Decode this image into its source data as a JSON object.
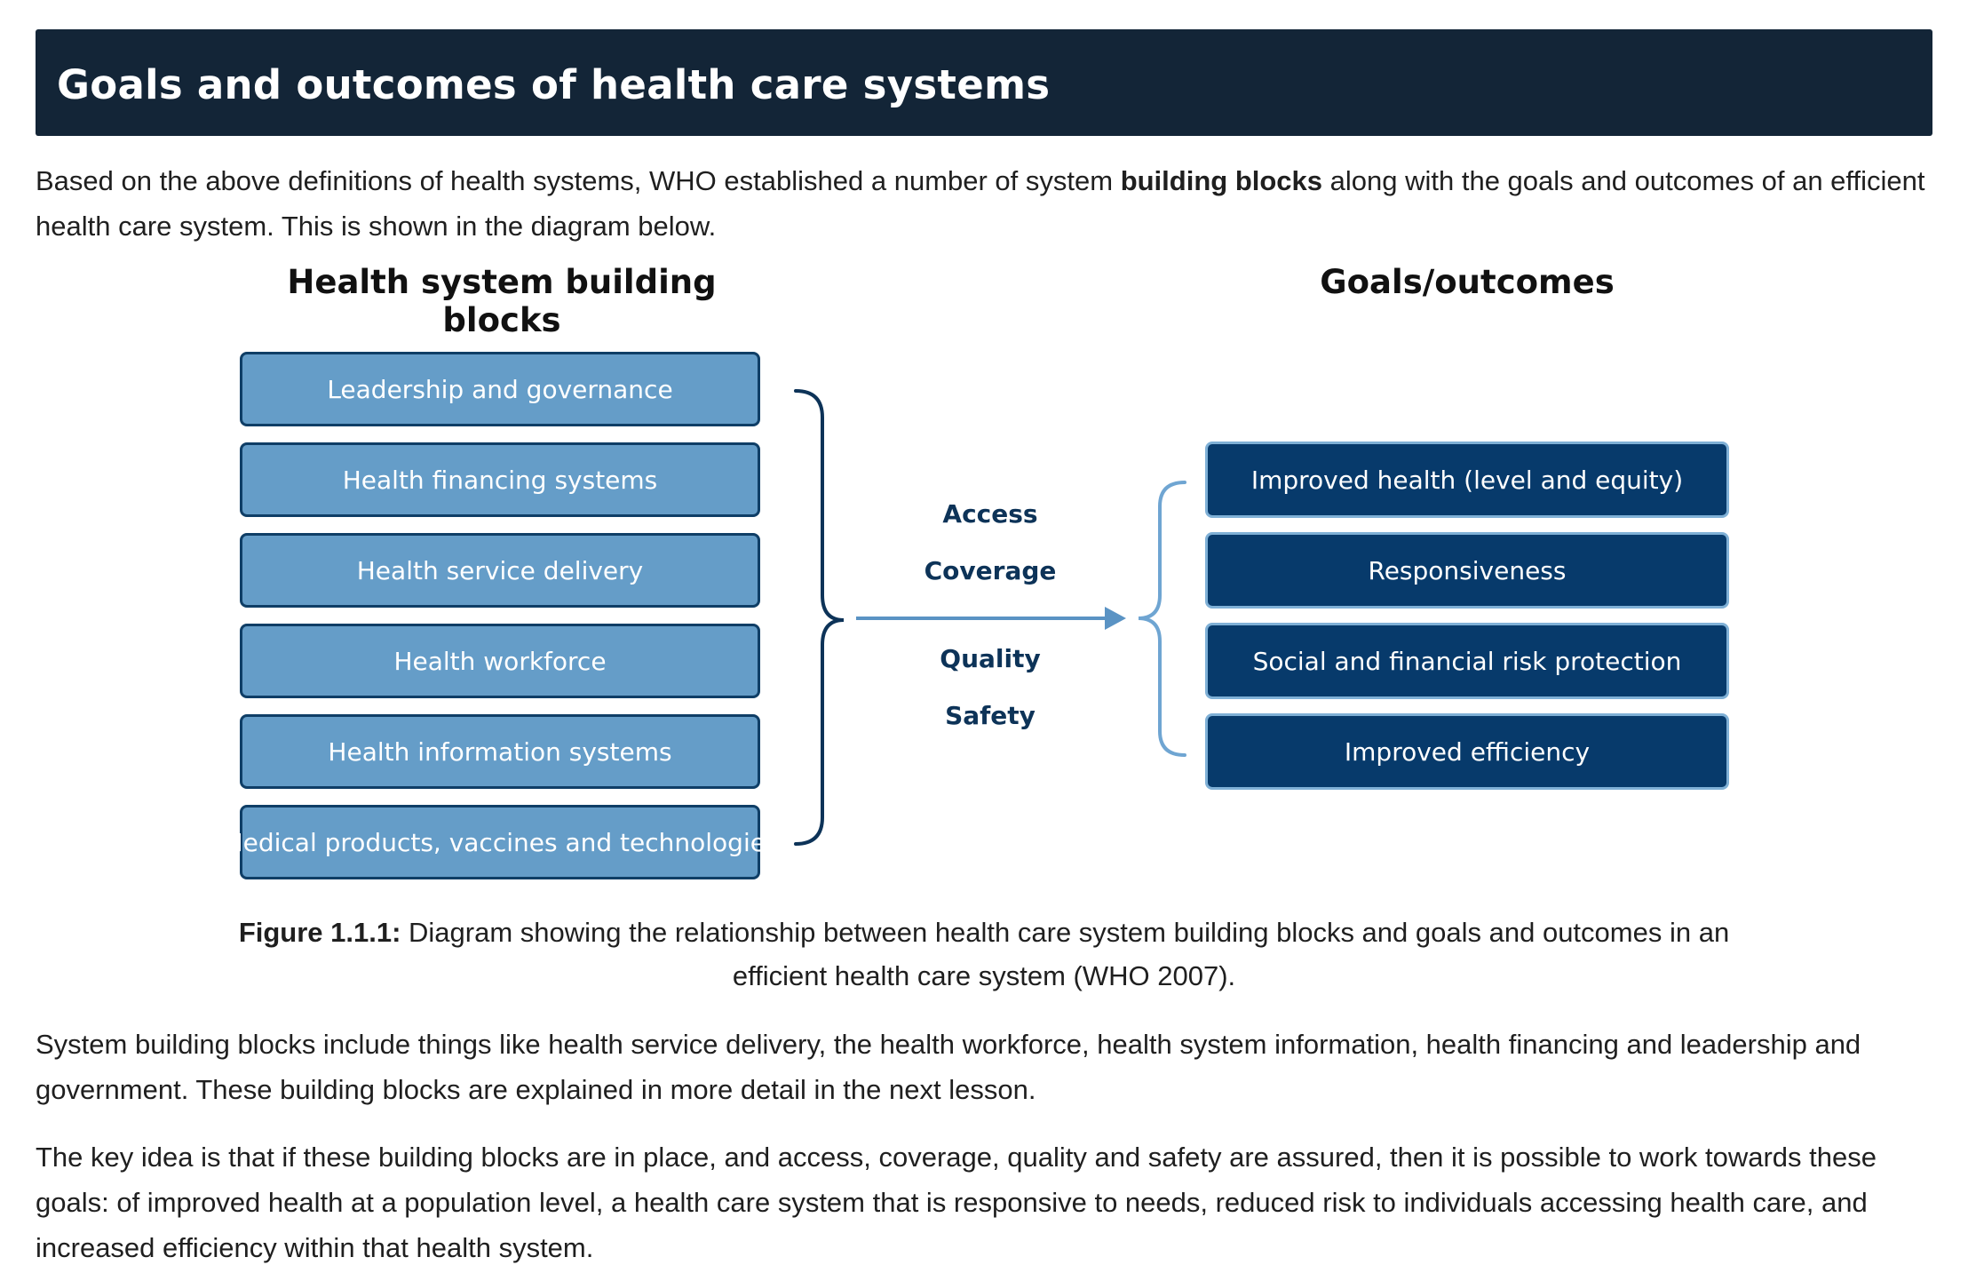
{
  "header": {
    "title": "Goals and outcomes of health care systems"
  },
  "intro": {
    "before": "Based on the above definitions of health systems, WHO established a number of system ",
    "bold": "building blocks",
    "after": " along with the goals and outcomes of an efficient health care system. This is shown in the diagram below."
  },
  "diagram": {
    "left_title": "Health system building blocks",
    "right_title": "Goals/outcomes",
    "building_blocks": [
      "Leadership and governance",
      "Health financing systems",
      "Health service delivery",
      "Health workforce",
      "Health information systems",
      "Medical products, vaccines and technologies"
    ],
    "conditions": [
      "Access",
      "Coverage",
      "Quality",
      "Safety"
    ],
    "goals": [
      "Improved health (level and equity)",
      "Responsiveness",
      "Social and financial risk protection",
      "Improved efficiency"
    ],
    "colors": {
      "block_fill": "#659dc8",
      "block_border": "#0f3e66",
      "goal_fill": "#073a6b",
      "goal_border": "#7fb0d6",
      "arrow": "#5a93c4"
    }
  },
  "caption": {
    "label": "Figure 1.1.1:",
    "text": " Diagram showing the relationship between health care system building blocks and goals and outcomes in an efficient health care system (WHO 2007)."
  },
  "body": {
    "paragraph_2": "System building blocks include things like health service delivery, the health workforce, health system information, health financing and leadership and government. These building blocks are explained in more detail in the next lesson.",
    "paragraph_3": "The key idea is that if these building blocks are in place, and access, coverage, quality and safety are assured, then it is possible to work towards these goals: of improved health at a population level, a health care system that is responsive to needs, reduced risk to individuals accessing health care, and increased efficiency within that health system."
  }
}
